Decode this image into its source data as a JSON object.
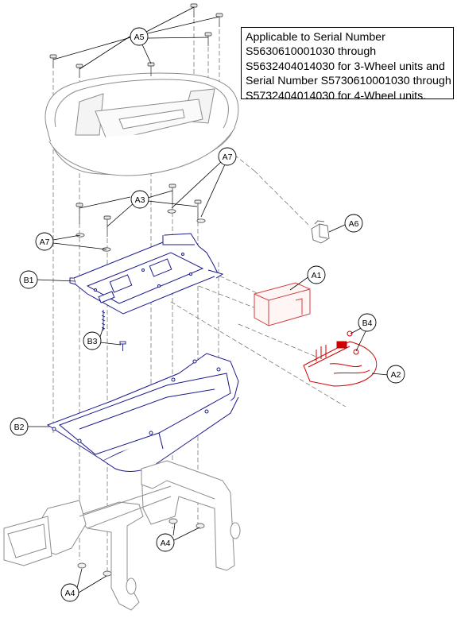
{
  "note": {
    "lines": [
      "Applicable to Serial Number",
      "S5630610001030 through",
      "S5632404014030 for 3-Wheel units and",
      "Serial Number S5730610001030 through",
      "S5732404014030 for 4-Wheel units."
    ]
  },
  "callouts": {
    "a5": "A5",
    "a7_upper": "A7",
    "a3": "A3",
    "a7_lower": "A7",
    "a6": "A6",
    "b1": "B1",
    "a1": "A1",
    "b4": "B4",
    "b3": "B3",
    "a2": "A2",
    "b2": "B2",
    "a4_right": "A4",
    "a4_left": "A4"
  },
  "colors": {
    "line": "#000000",
    "dash": "#555555",
    "part_gray": "#9a9a9a",
    "tray_blue": "#1a1a8c",
    "board_red": "#cc0000",
    "battery_red": "#d04040"
  }
}
